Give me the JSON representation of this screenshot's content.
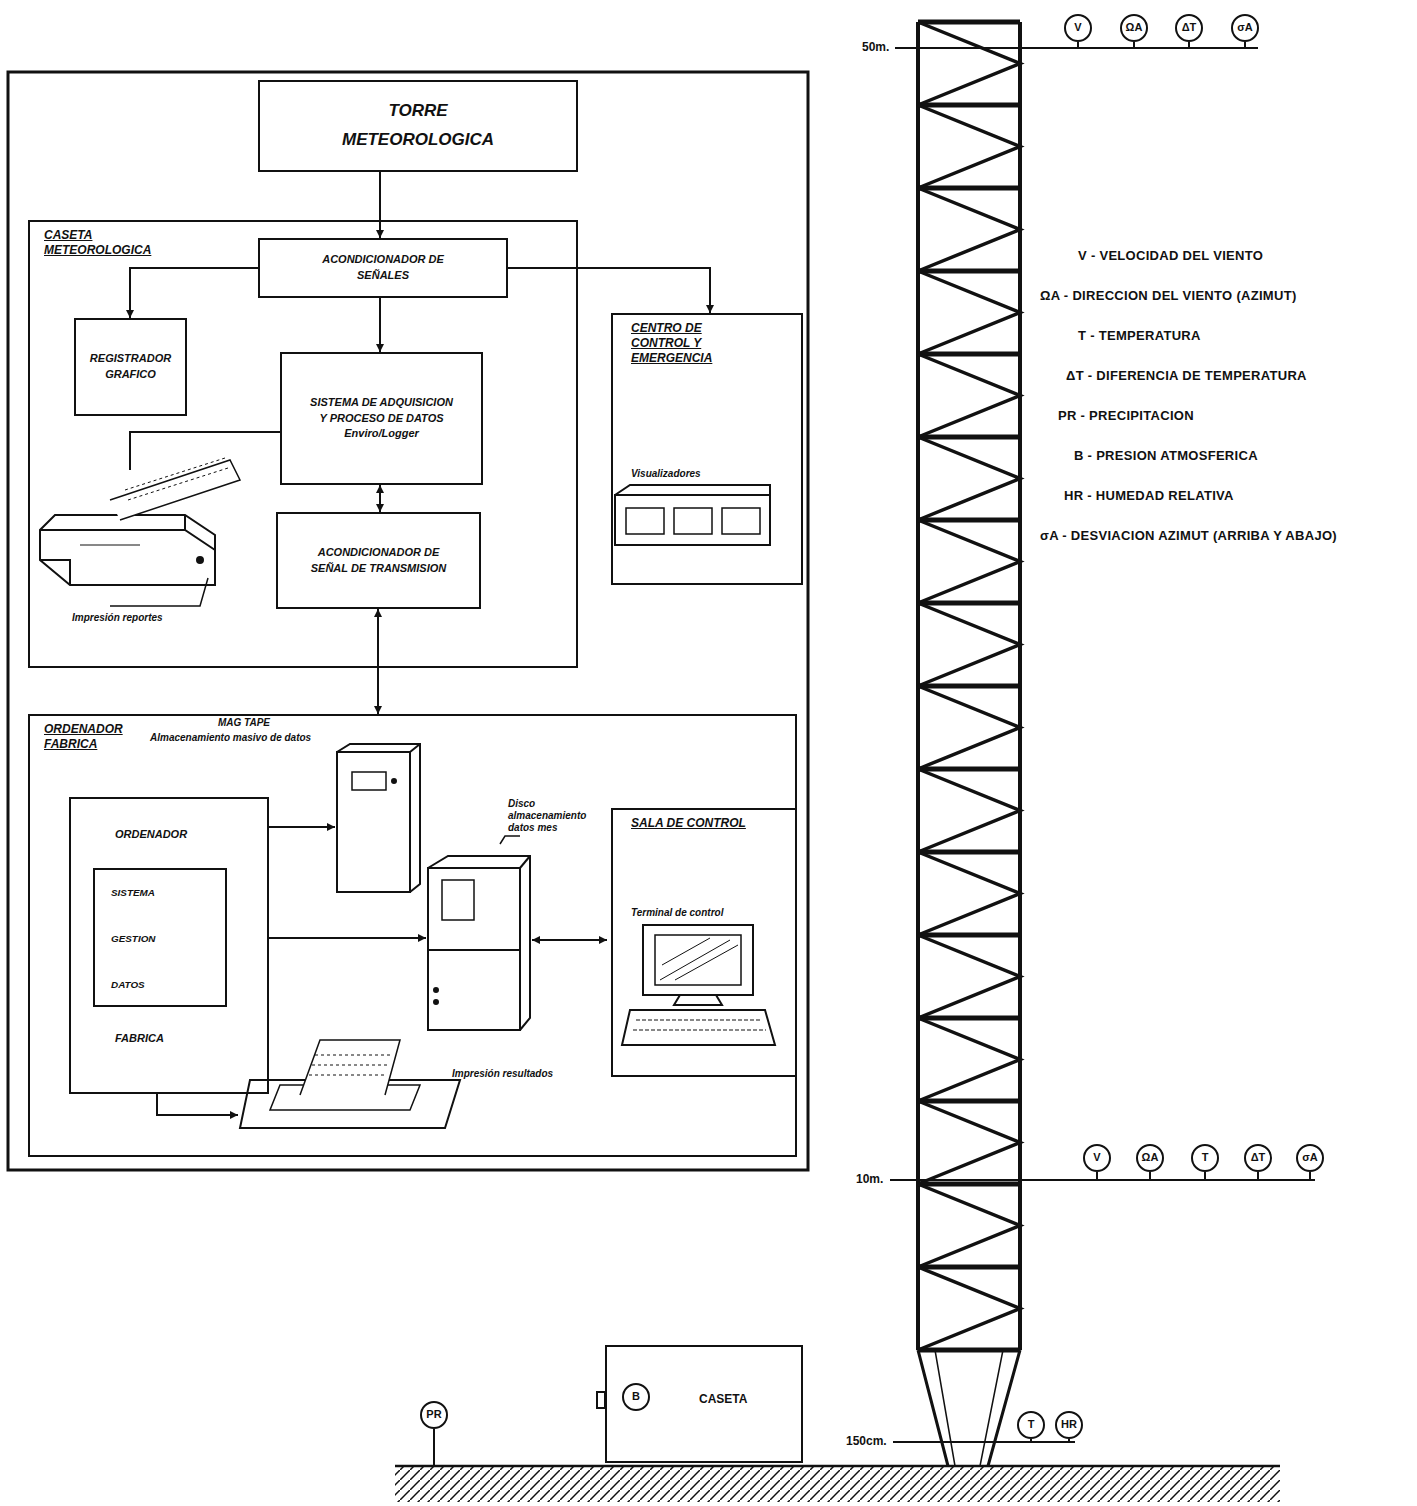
{
  "diagram": {
    "nodes": [
      {
        "text": [
          "TORRE METEOROLOGICA"
        ]
      },
      {
        "text": [
          "CASETA METEOROLOGICA"
        ]
      },
      {
        "text": [
          "ACONDICIONADOR DE SEÑALES"
        ],
        "in": 1
      },
      {
        "text": [
          "REGISTRADOR GRAFICO"
        ],
        "in": 1
      },
      {
        "text": [
          "SISTEMA DE ADQUISICION Y PROCESO DE DATOS",
          "Enviro/Logger"
        ],
        "in": 1
      },
      {
        "text": [
          "ACONDICIONADOR DE SEÑAL DE TRANSMISION"
        ],
        "in": 1
      },
      {
        "text": [
          "CENTRO DE CONTROL Y EMERGENCIA",
          "Visualizadores"
        ]
      },
      {
        "text": [
          "ORDENADOR FABRICA"
        ]
      },
      {
        "text": [
          "ORDENADOR",
          "FABRICA"
        ],
        "in": 7
      },
      {
        "text": [
          "SISTEMA GESTION DATOS"
        ],
        "in": 8
      },
      {
        "text": [
          "SALA DE CONTROL",
          "Terminal de control"
        ],
        "in": 7
      },
      {
        "text": [
          "V"
        ]
      },
      {
        "text": [
          "ΩA"
        ]
      },
      {
        "text": [
          "ΔT"
        ]
      },
      {
        "text": [
          "σA"
        ]
      },
      {
        "text": [
          "V"
        ]
      },
      {
        "text": [
          "ΩA"
        ]
      },
      {
        "text": [
          "T"
        ]
      },
      {
        "text": [
          "ΔT"
        ]
      },
      {
        "text": [
          "σA"
        ]
      },
      {
        "text": [
          "PR"
        ]
      },
      {
        "text": [
          "CASETA"
        ]
      },
      {
        "text": [
          "B"
        ],
        "in": 21
      },
      {
        "text": [
          "T"
        ]
      },
      {
        "text": [
          "HR"
        ]
      }
    ],
    "edges": [
      {
        "from": 0,
        "to": 2,
        "arrow": "to"
      },
      {
        "from": 2,
        "to": 3,
        "arrow": "to"
      },
      {
        "from": 2,
        "to": 6,
        "arrow": "to"
      },
      {
        "from": 2,
        "to": 4,
        "arrow": "to"
      },
      {
        "from": 4,
        "to": 5,
        "arrow": "both"
      },
      {
        "from": 5,
        "to": 7,
        "arrow": "both"
      }
    ],
    "labels": [
      "Impresión reportes",
      "MAG TAPE",
      "Almacenamiento masivo de datos",
      "Disco almacenamiento datos mes",
      "Impresión resultados",
      "50m.",
      "10m.",
      "150cm.",
      "V - VELOCIDAD DEL VIENTO",
      "ΩA - DIRECCION DEL VIENTO (AZIMUT)",
      "T - TEMPERATURA",
      "ΔT - DIFERENCIA DE TEMPERATURA",
      "PR - PRECIPITACION",
      "B - PRESION ATMOSFERICA",
      "HR - HUMEDAD RELATIVA",
      "σA - DESVIACION AZIMUT (ARRIBA Y ABAJO)"
    ]
  }
}
